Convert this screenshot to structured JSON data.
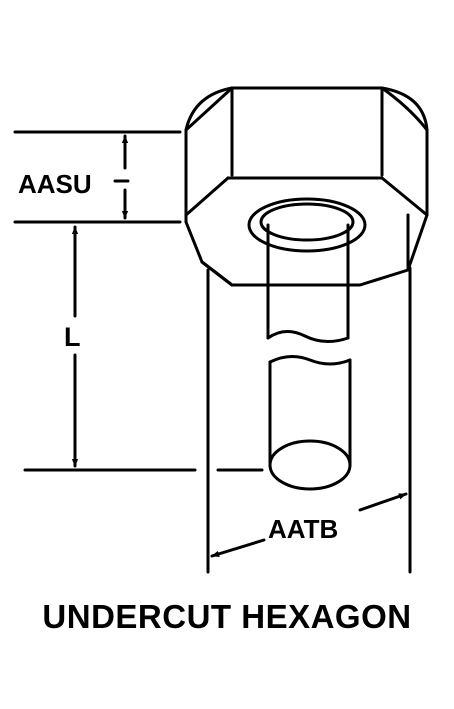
{
  "labels": {
    "aasu": "AASU",
    "l": "L",
    "aatb": "AATB"
  },
  "caption": "UNDERCUT HEXAGON",
  "colors": {
    "ink": "#000000",
    "paper": "#ffffff"
  }
}
